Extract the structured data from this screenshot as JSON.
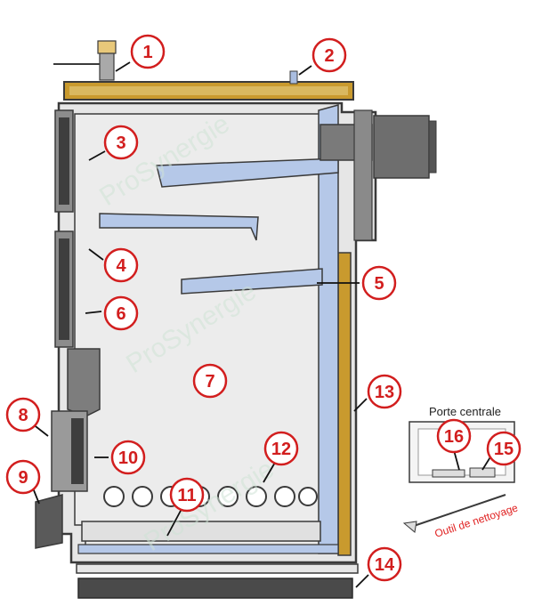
{
  "callouts": [
    {
      "num": "1"
    },
    {
      "num": "2"
    },
    {
      "num": "3"
    },
    {
      "num": "4"
    },
    {
      "num": "5"
    },
    {
      "num": "6"
    },
    {
      "num": "7"
    },
    {
      "num": "8"
    },
    {
      "num": "9"
    },
    {
      "num": "10"
    },
    {
      "num": "11"
    },
    {
      "num": "12"
    },
    {
      "num": "13"
    },
    {
      "num": "14"
    },
    {
      "num": "15"
    },
    {
      "num": "16"
    }
  ],
  "inset": {
    "title": "Porte centrale",
    "tool_label": "Outil de nettoyage"
  },
  "watermark": "ProSynergie",
  "colors": {
    "callout_red": "#d21e1e",
    "body_gray": "#e6e6e6",
    "outline": "#3a3a3a",
    "flue_blue": "#b5c8e8",
    "insulation_gold": "#c99a2e",
    "door_dark": "#6b6b6b",
    "base_dark": "#4a4a4a"
  }
}
